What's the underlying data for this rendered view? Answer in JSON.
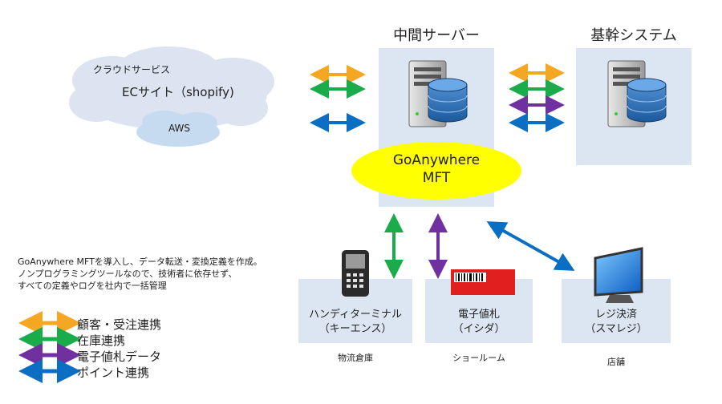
{
  "cloud": {
    "service_label": "クラウドサービス",
    "ec_label": "ECサイト（shopify)",
    "aws_label": "AWS"
  },
  "middle_server": {
    "title": "中間サーバー",
    "mft_line1": "GoAnywhere",
    "mft_line2": "MFT"
  },
  "core_system": {
    "title": "基幹システム"
  },
  "handy": {
    "line1": "ハンディターミナル",
    "line2": "（キーエンス）",
    "caption": "物流倉庫"
  },
  "tag": {
    "line1": "電子値札",
    "line2": "（イシダ）",
    "caption": "ショールーム"
  },
  "pos": {
    "line1": "レジ決済",
    "line2": "（スマレジ）",
    "caption": "店舗"
  },
  "description": [
    "GoAnywhere MFTを導入し、データ転送・変換定義を作成。",
    "ノンプログラミングツールなので、技術者に依存せず、",
    "すべての定義やログを社内で一括管理"
  ],
  "legend": [
    {
      "label": "顧客・受注連携",
      "color": "#f5a623"
    },
    {
      "label": "在庫連携",
      "color": "#1aab4b"
    },
    {
      "label": "電子値札データ",
      "color": "#7030a0"
    },
    {
      "label": "ポイント連携",
      "color": "#0a6fc2"
    }
  ],
  "colors": {
    "box_fill": "#dce6f2",
    "ellipse_fill": "#ffff00",
    "tag_red": "#e21f1f",
    "cloud_fill": "#dbe4f0"
  }
}
